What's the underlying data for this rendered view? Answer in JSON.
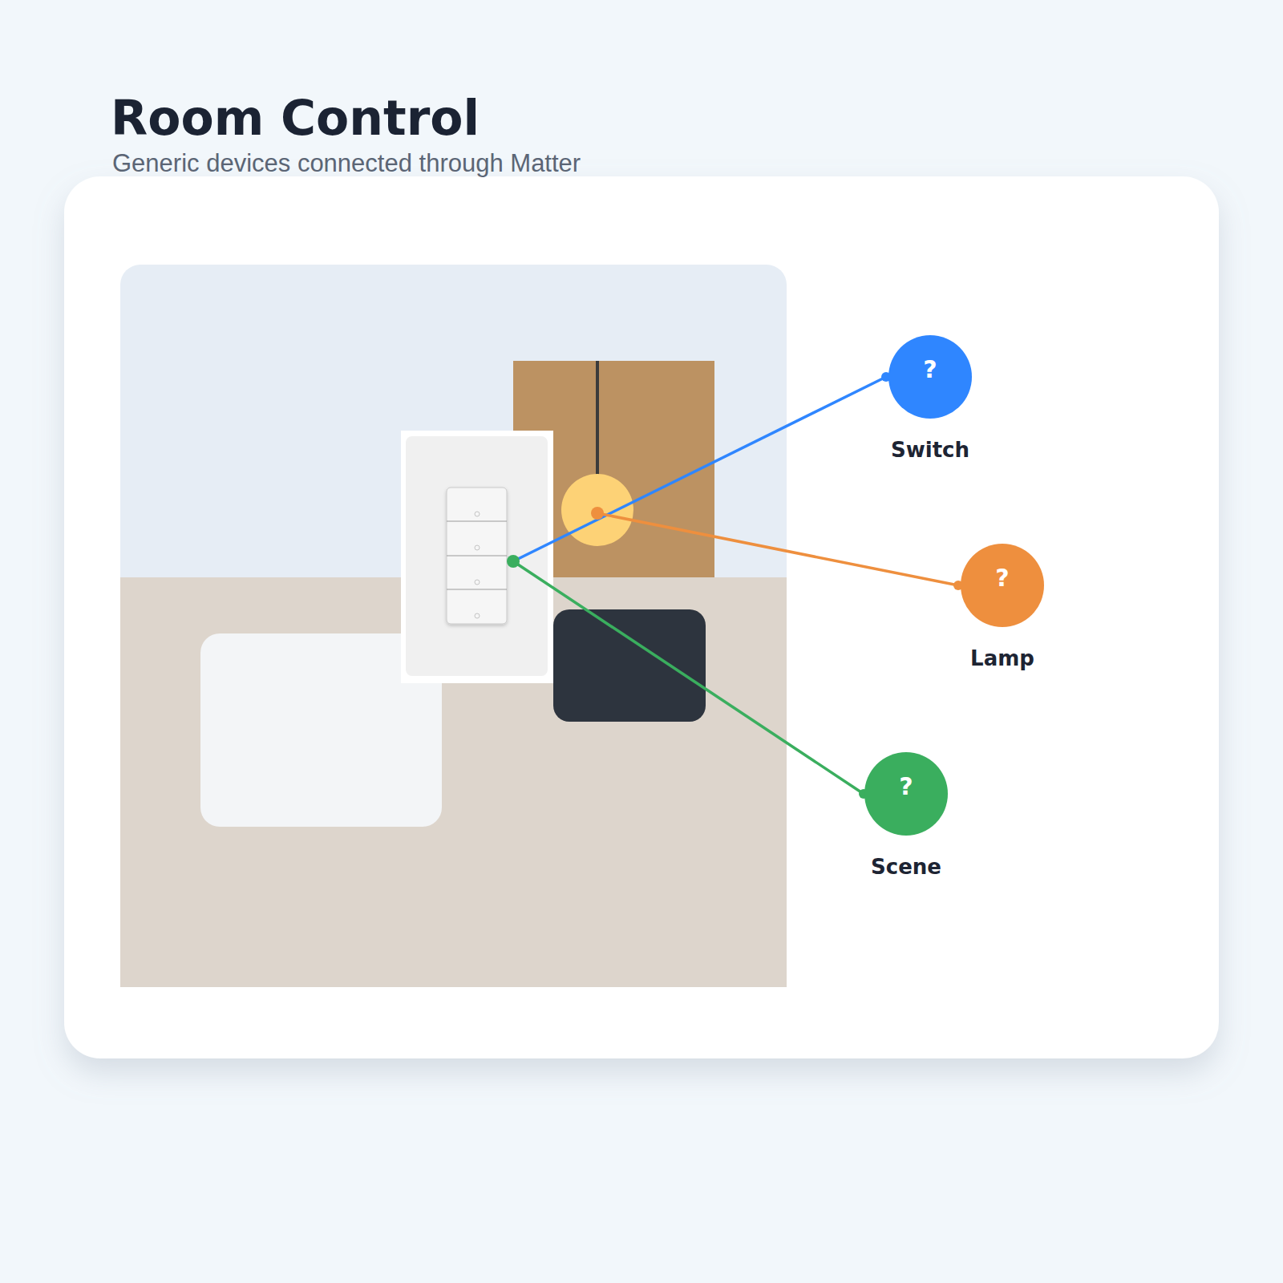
{
  "diagram": {
    "title": "Room Control",
    "caption": "Generic devices connected through Matter",
    "nodes": [
      {
        "text": [
          "?",
          "Switch"
        ]
      },
      {
        "text": [
          "?",
          "Lamp"
        ]
      },
      {
        "text": [
          "?",
          "Scene"
        ]
      }
    ]
  }
}
